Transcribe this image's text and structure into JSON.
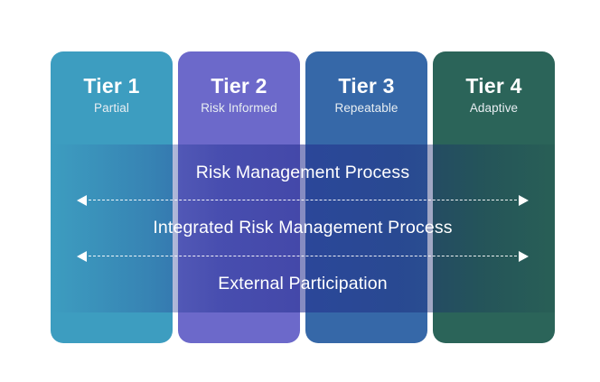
{
  "diagram": {
    "type": "tier-maturity-diagram",
    "tiers": [
      {
        "title": "Tier 1",
        "subtitle": "Partial",
        "color": "#3d9dc0"
      },
      {
        "title": "Tier 2",
        "subtitle": "Risk Informed",
        "color": "#6c69ca"
      },
      {
        "title": "Tier 3",
        "subtitle": "Repeatable",
        "color": "#3668a8"
      },
      {
        "title": "Tier 4",
        "subtitle": "Adaptive",
        "color": "#2b6459"
      }
    ],
    "bands": [
      {
        "label": "Risk Management Process"
      },
      {
        "label": "Integrated Risk Management Process"
      },
      {
        "label": "External Participation"
      }
    ],
    "arrows": [
      {
        "name": "dashed-double-arrow-1",
        "direction": "both"
      },
      {
        "name": "dashed-double-arrow-2",
        "direction": "both"
      }
    ],
    "colors": {
      "background": "#ffffff",
      "title_text": "#ffffff",
      "subtitle_text": "#e8eef2",
      "band_text": "#ffffff",
      "arrow": "#ffffff"
    }
  }
}
